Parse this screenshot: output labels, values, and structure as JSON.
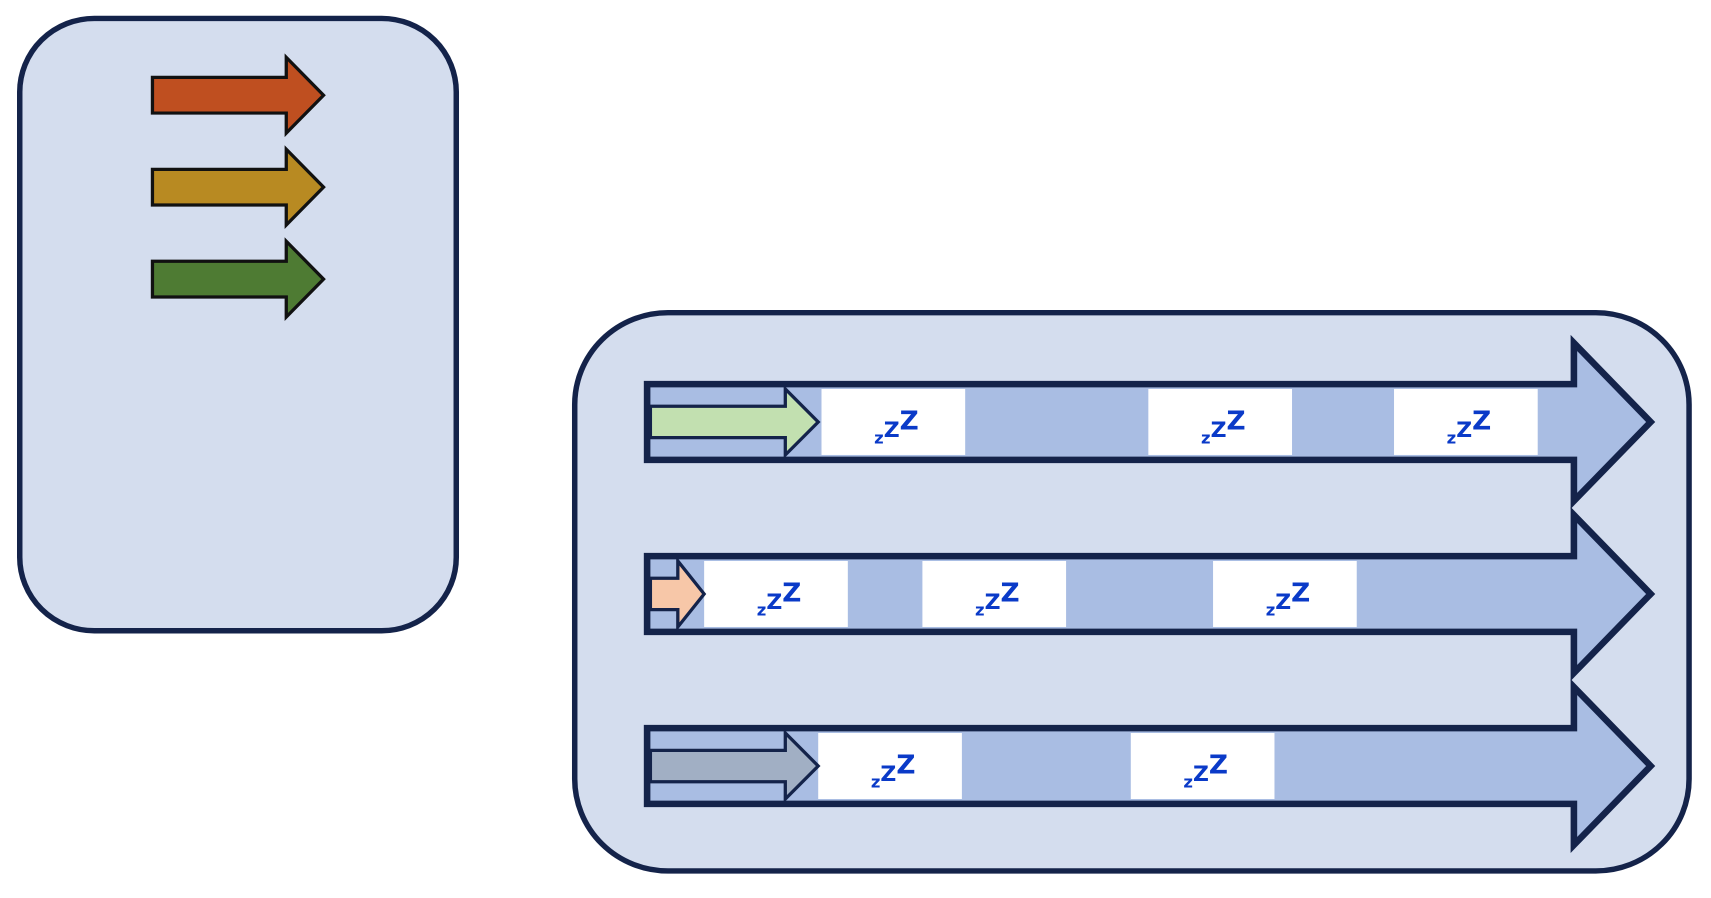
{
  "legend": {
    "arrows": [
      {
        "name": "red-arrow",
        "color": "#bf4f20"
      },
      {
        "name": "amber-arrow",
        "color": "#b88a22"
      },
      {
        "name": "green-arrow",
        "color": "#4e7b33"
      }
    ]
  },
  "sleep_glyph": {
    "small": "z",
    "medium": "z",
    "large": "Z"
  },
  "colors": {
    "panel_fill": "#d4ddee",
    "outline": "#14234a",
    "lane_fill": "#a9bde3",
    "sleep_block": "#ffffff",
    "sleep_text": "#0a3ac8"
  },
  "lanes": [
    {
      "name": "lane-1",
      "marker_color": "#c2e0b0",
      "sleep_blocks": 3
    },
    {
      "name": "lane-2",
      "marker_color": "#f7c7a8",
      "sleep_blocks": 3
    },
    {
      "name": "lane-3",
      "marker_color": "#a1afc4",
      "sleep_blocks": 2
    }
  ]
}
